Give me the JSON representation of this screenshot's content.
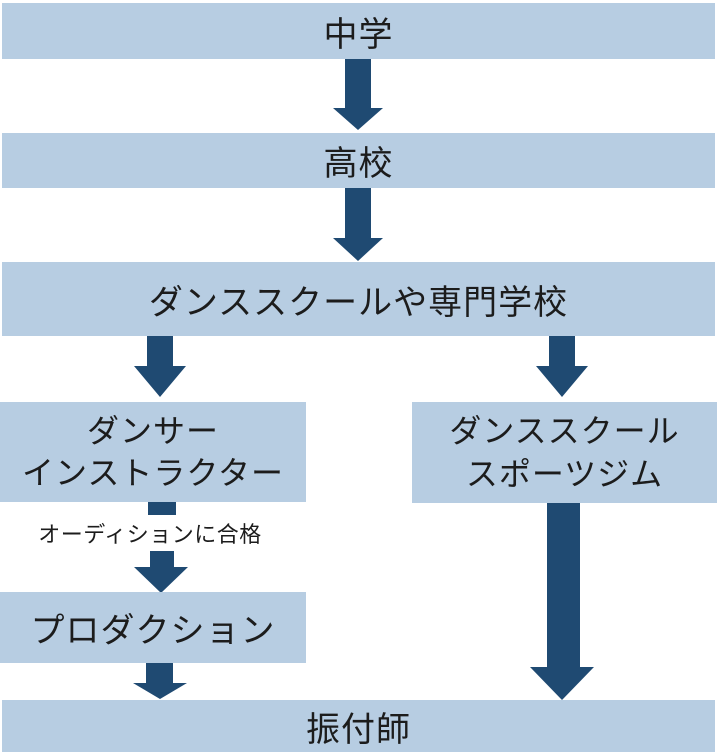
{
  "diagram_title": "",
  "steps": {
    "middle_school": "中学",
    "high_school": "高校",
    "dance_school": "ダンススクールや専門学校",
    "dancer": {
      "line1": "ダンサー",
      "line2": "インストラクター"
    },
    "gym": {
      "line1": "ダンススクール",
      "line2": "スポーツジム"
    },
    "audition_note": "オーディションに合格",
    "production": "プロダクション",
    "choreographer": "振付師"
  },
  "colors": {
    "node_fill": "#b7cde2",
    "arrow": "#1f4a72",
    "text": "#1c1c1c",
    "background": "#ffffff"
  }
}
